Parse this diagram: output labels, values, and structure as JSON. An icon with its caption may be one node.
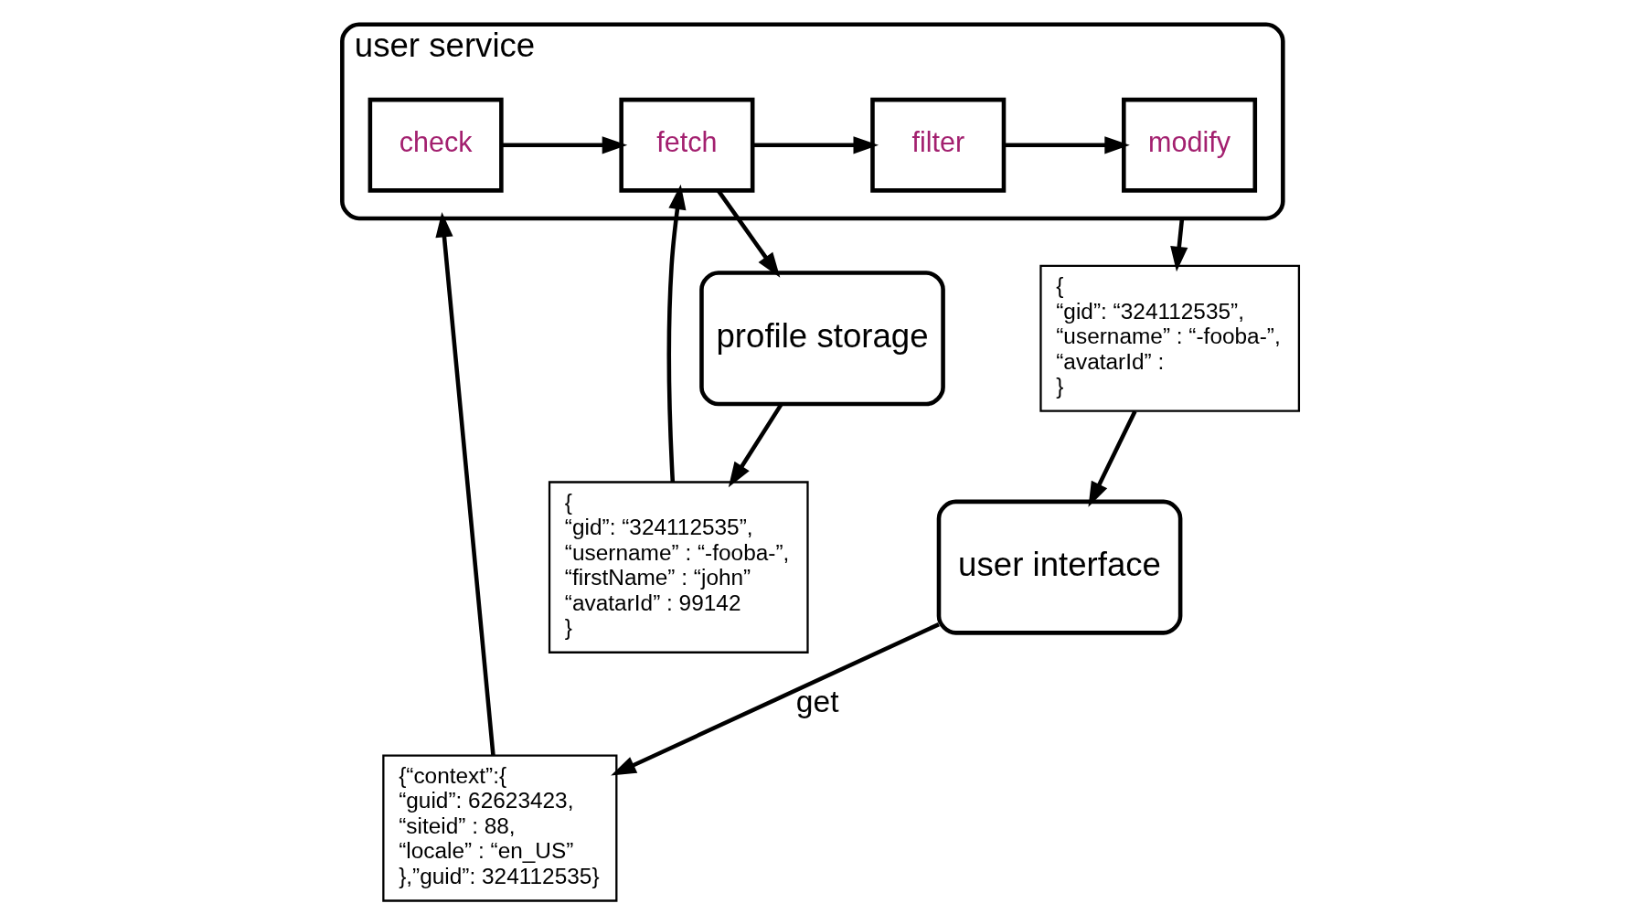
{
  "diagram": {
    "nodes": [
      {
        "text": [
          "user interface"
        ]
      },
      {
        "text": [
          "{“context”:{",
          "“guid”: 62623423,",
          "“siteid” : 88,",
          "“locale” : “en_US”",
          "},”guid”: 324112535}"
        ]
      },
      {
        "text": [
          "user service"
        ]
      },
      {
        "text": [
          "check"
        ],
        "in": 2
      },
      {
        "text": [
          "fetch"
        ],
        "in": 2
      },
      {
        "text": [
          "filter"
        ],
        "in": 2
      },
      {
        "text": [
          "modify"
        ],
        "in": 2
      },
      {
        "text": [
          "{",
          "“gid”: “324112535”,",
          "“username” : “-fooba-”,",
          "“avatarId” :",
          "}"
        ]
      },
      {
        "text": [
          "profile storage"
        ]
      },
      {
        "text": [
          "{",
          "“gid”: “324112535”,",
          "“username” : “-fooba-”,",
          "“firstName” : “john”",
          "“avatarId” : 99142",
          "}"
        ]
      }
    ],
    "edges": [
      {
        "from": 0,
        "to": 1,
        "arrow": "to",
        "label": "get"
      },
      {
        "from": 1,
        "to": 2,
        "arrow": "to"
      },
      {
        "from": 3,
        "to": 4,
        "arrow": "to"
      },
      {
        "from": 4,
        "to": 5,
        "arrow": "to"
      },
      {
        "from": 5,
        "to": 6,
        "arrow": "to"
      },
      {
        "from": 2,
        "to": 7,
        "arrow": "to"
      },
      {
        "from": 7,
        "to": 0,
        "arrow": "to"
      },
      {
        "from": 4,
        "to": 8,
        "arrow": "to"
      },
      {
        "from": 8,
        "to": 9,
        "arrow": "to"
      },
      {
        "from": 9,
        "to": 4,
        "arrow": "to"
      }
    ]
  }
}
